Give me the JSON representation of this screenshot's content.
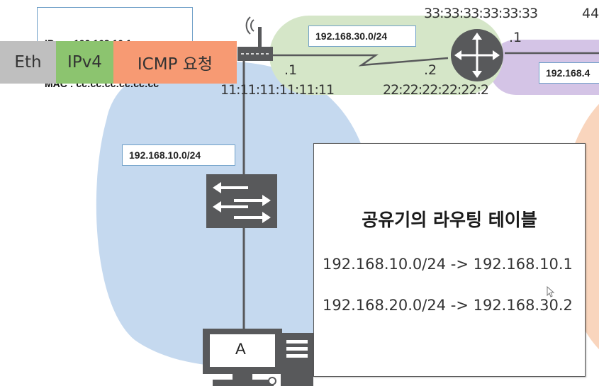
{
  "host_info": {
    "ip_line": "IP     : 192.168.10.1",
    "mac_line": "MAC : cc:cc:cc:cc:cc:cc"
  },
  "packet": [
    {
      "label": "Eth",
      "color": "#bfbfbf"
    },
    {
      "label": "IPv4",
      "color": "#8cc46f"
    },
    {
      "label": "ICMP 요청",
      "color": "#f79a73"
    }
  ],
  "networks": {
    "lan": "192.168.10.0/24",
    "wan": "192.168.30.0/24",
    "right": "192.168.4"
  },
  "labels": {
    "router_lan_ip": ".1",
    "router_wan_ip": ".2",
    "isp_router_ip": ".1",
    "router_mac": "11:11:11:11:11:11",
    "wan_mac": "22:22:22:22:22:2",
    "isp_mac": "33:33:33:33:33:33",
    "edge_text": "44"
  },
  "pc": {
    "label": "A"
  },
  "routing_table": {
    "title": "공유기의 라우팅 테이블",
    "rows": [
      "192.168.10.0/24 -> 192.168.10.1",
      "192.168.20.0/24 -> 192.168.30.2"
    ]
  },
  "colors": {
    "lan_zone": "#c5d9ef",
    "wan_zone": "#d5e6c8",
    "purple_zone": "#d4c4e6",
    "orange_zone": "#f9d5bd",
    "device": "#58595b"
  }
}
